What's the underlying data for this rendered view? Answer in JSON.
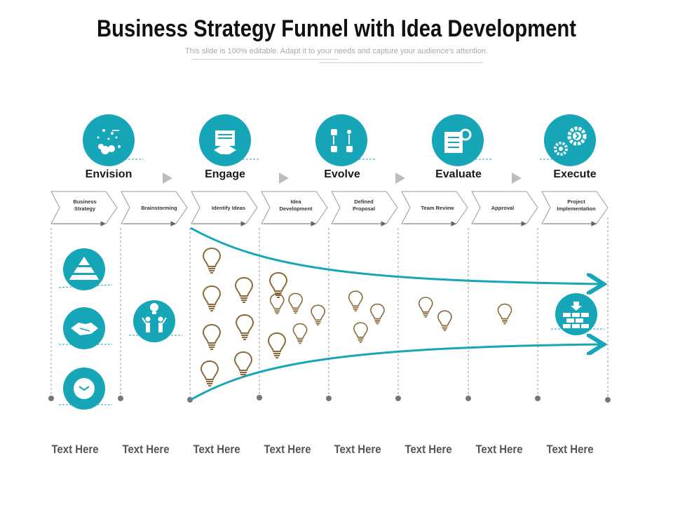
{
  "header": {
    "title": "Business Strategy Funnel with Idea Development",
    "subtitle": "This slide is 100% editable. Adapt it to your needs and capture your audience's attention."
  },
  "colors": {
    "accent": "#17a6b8",
    "bulb": "#8a6a3a",
    "line": "#888888"
  },
  "phases": [
    {
      "label": "Envision",
      "icon": "fireworks-icon"
    },
    {
      "label": "Engage",
      "icon": "handshake-document-icon"
    },
    {
      "label": "Evolve",
      "icon": "flowchart-icon"
    },
    {
      "label": "Evaluate",
      "icon": "checklist-gear-icon"
    },
    {
      "label": "Execute",
      "icon": "gears-icon"
    }
  ],
  "steps": [
    "Business Strategy",
    "Brainstorming",
    "Identify Ideas",
    "Idea Development",
    "Defined Proposal",
    "Team Review",
    "Approval",
    "Project Implementation"
  ],
  "side_icons": [
    "pyramid-icon",
    "handshake-icon",
    "clock-icon",
    "team-idea-icon",
    "brick-wall-icon"
  ],
  "footer": [
    "Text Here",
    "Text Here",
    "Text Here",
    "Text Here",
    "Text Here",
    "Text Here",
    "Text Here",
    "Text Here"
  ]
}
